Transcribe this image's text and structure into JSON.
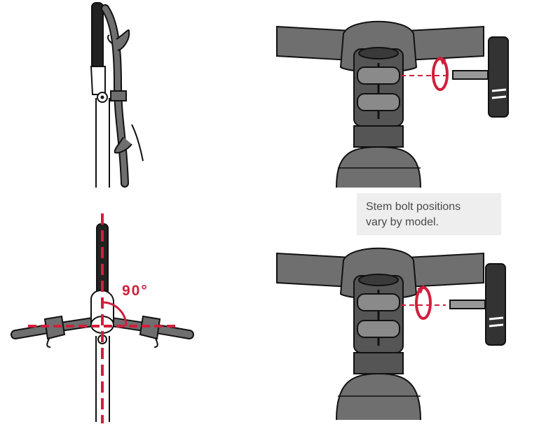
{
  "note": {
    "line1": "Stem bolt positions",
    "line2": "vary by model."
  },
  "angle_label": "90°",
  "colors": {
    "accent_red": "#d01f3c",
    "metal_dark": "#555555",
    "metal_mid": "#6f6f6f",
    "outline": "#111111",
    "note_bg": "#eeeeee"
  },
  "icons": [
    "handlebar-side-view",
    "handlebar-top-view",
    "stem-tighten-clockwise",
    "stem-loosen-counterclockwise",
    "t-handle-hex-key"
  ]
}
